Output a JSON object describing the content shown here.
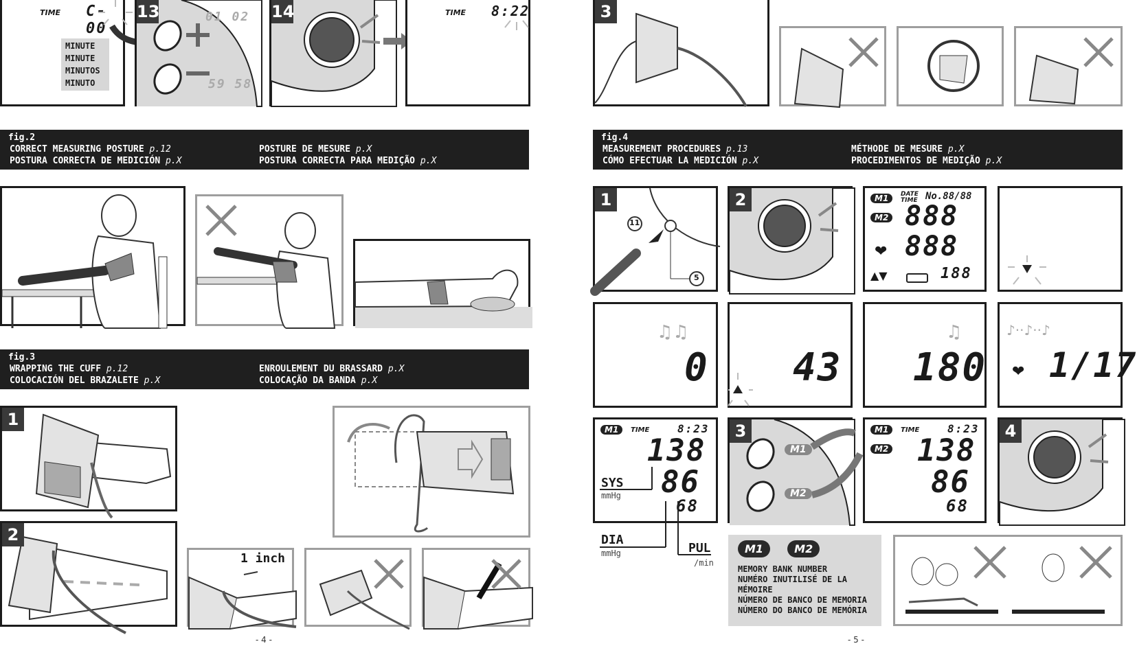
{
  "left_page": {
    "top_row": {
      "panel_a": {
        "lcd_label": "TIME",
        "lcd_value": "C-00",
        "minute_labels": [
          "MINUTE",
          "MINUTE",
          "MINUTOS",
          "MINUTO"
        ]
      },
      "panel_b": {
        "step": "13",
        "digits_top": "01 02",
        "digits_bottom": "59 58"
      },
      "panel_c": {
        "step": "14"
      },
      "panel_d": {
        "lcd_label": "TIME",
        "lcd_value": "8:22"
      }
    },
    "fig2": {
      "tag": "fig.2",
      "col1": [
        {
          "text": "CORRECT MEASURING POSTURE",
          "ref": "p.12"
        },
        {
          "text": "POSTURA CORRECTA DE MEDICIÓN",
          "ref": "p.X"
        }
      ],
      "col2": [
        {
          "text": "POSTURE DE MESURE",
          "ref": "p.X"
        },
        {
          "text": "POSTURA CORRECTA PARA MEDIÇÃO",
          "ref": "p.X"
        }
      ]
    },
    "fig3": {
      "tag": "fig.3",
      "col1": [
        {
          "text": "WRAPPING THE CUFF",
          "ref": "p.12"
        },
        {
          "text": "COLOCACIÓN DEL BRAZALETE",
          "ref": "p.X"
        }
      ],
      "col2": [
        {
          "text": "ENROULEMENT DU BRASSARD",
          "ref": "p.X"
        },
        {
          "text": "COLOCAÇÃO DA BANDA",
          "ref": "p.X"
        }
      ]
    },
    "steps": {
      "one": "1",
      "two": "2"
    },
    "inch_label": "1 inch",
    "page_number": "- 4 -"
  },
  "right_page": {
    "step3": "3",
    "fig4": {
      "tag": "fig.4",
      "col1": [
        {
          "text": "MEASUREMENT PROCEDURES",
          "ref": "p.13"
        },
        {
          "text": "CÓMO EFECTUAR LA MEDICIÓN",
          "ref": "p.X"
        }
      ],
      "col2": [
        {
          "text": "MÉTHODE DE MESURE",
          "ref": "p.X"
        },
        {
          "text": "PROCEDIMENTOS DE MEDIÇÃO",
          "ref": "p.X"
        }
      ]
    },
    "row1": {
      "step1": "1",
      "callout_11": "11",
      "callout_5": "5",
      "step2": "2",
      "full_display": {
        "m1": "M1",
        "m2": "M2",
        "date": "DATE",
        "time": "TIME",
        "no": "No.88/88",
        "d1": "888",
        "d2": "888",
        "d3": "188"
      }
    },
    "row2": {
      "v1": "0",
      "v2": "43",
      "v3": "180",
      "v4": "1/17"
    },
    "row3": {
      "result": {
        "m1": "M1",
        "time": "TIME",
        "clock": "8:23",
        "sys": "138",
        "dia": "86",
        "pul": "68"
      },
      "step3": "3",
      "m1": "M1",
      "m2": "M2",
      "result2": {
        "m1": "M1",
        "m2": "M2",
        "time": "TIME",
        "clock": "8:23",
        "sys": "138",
        "dia": "86",
        "pul": "68"
      },
      "step4": "4"
    },
    "labels": {
      "sys": "SYS",
      "sys_unit": "mmHg",
      "dia": "DIA",
      "dia_unit": "mmHg",
      "pul": "PUL",
      "pul_unit": "/min"
    },
    "memory": {
      "m1": "M1",
      "m2": "M2",
      "lines": [
        "MEMORY BANK NUMBER",
        "NUMÉRO INUTILISÉ DE LA",
        "MÉMOIRE",
        "NÚMERO DE BANCO DE MEMORIA",
        "NÚMERO DO BANCO DE MEMÓRIA"
      ]
    },
    "page_number": "- 5 -"
  }
}
